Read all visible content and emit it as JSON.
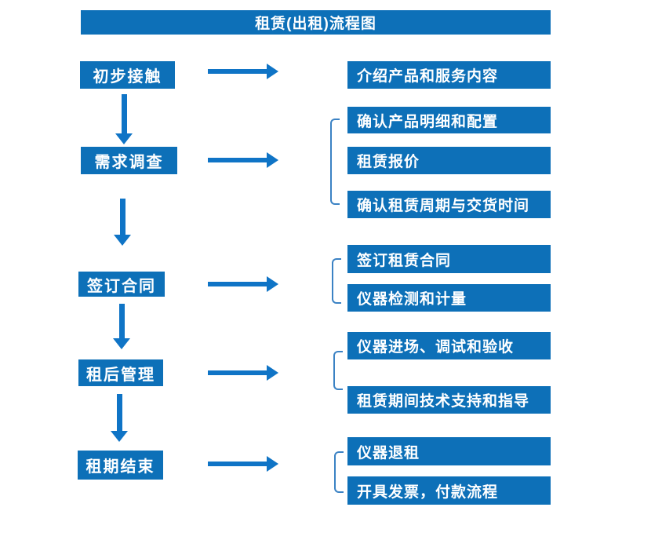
{
  "title": "租赁(出租)流程图",
  "colors": {
    "box_blue": "#0d70b8",
    "arrow_blue": "#0f74c6",
    "bracket_blue": "#3b82c4",
    "text": "#ffffff",
    "background": "#ffffff"
  },
  "flow": {
    "stages": [
      {
        "label": "初步接触",
        "children": [
          "介绍产品和服务内容"
        ]
      },
      {
        "label": "需求调查",
        "children": [
          "确认产品明细和配置",
          "租赁报价",
          "确认租赁周期与交货时间"
        ]
      },
      {
        "label": "签订合同",
        "children": [
          "签订租赁合同",
          "仪器检测和计量"
        ]
      },
      {
        "label": "租后管理",
        "children": [
          "仪器进场、调试和验收",
          "租赁期间技术支持和指导"
        ]
      },
      {
        "label": "租期结束",
        "children": [
          "仪器退租",
          "开具发票，付款流程"
        ]
      }
    ]
  }
}
